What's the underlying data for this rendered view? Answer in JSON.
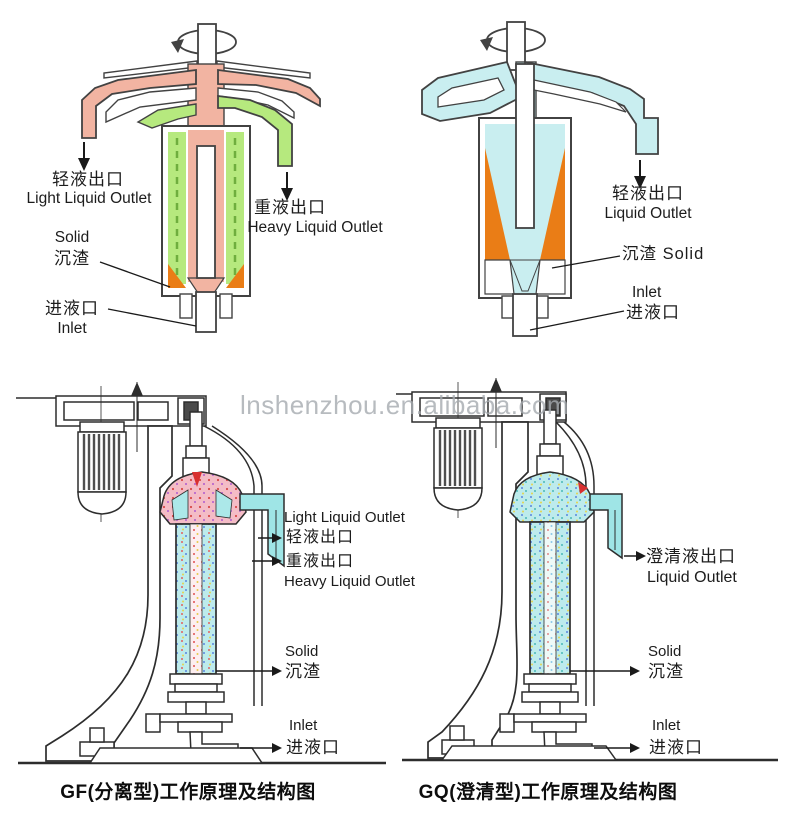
{
  "watermark": "lnshenzhou.en.alibaba.com",
  "colors": {
    "light_liquid_pink": "#f2b4a2",
    "heavy_liquid_green": "#b6e97e",
    "clear_liquid_cyan": "#c9eef0",
    "solid_orange": "#ea7d16",
    "outline": "#424242",
    "watermark_gray": "#a6abb0"
  },
  "schematic_gf": {
    "light_outlet_zh": "轻液出口",
    "light_outlet_en": "Light Liquid Outlet",
    "heavy_outlet_zh": "重液出口",
    "heavy_outlet_en": "Heavy Liquid Outlet",
    "solid_en": "Solid",
    "solid_zh": "沉渣",
    "inlet_zh": "进液口",
    "inlet_en": "Inlet"
  },
  "schematic_gq": {
    "outlet_zh": "轻液出口",
    "outlet_en": "Liquid Outlet",
    "solid_label": "沉渣 Solid",
    "inlet_en": "Inlet",
    "inlet_zh": "进液口"
  },
  "machine_gf": {
    "light_outlet_en": "Light Liquid Outlet",
    "light_outlet_zh": "轻液出口",
    "heavy_outlet_zh": "重液出口",
    "heavy_outlet_en": "Heavy Liquid Outlet",
    "solid_en": "Solid",
    "solid_zh": "沉渣",
    "inlet_en": "Inlet",
    "inlet_zh": "进液口",
    "caption": "GF(分离型)工作原理及结构图"
  },
  "machine_gq": {
    "outlet_zh": "澄清液出口",
    "outlet_en": "Liquid Outlet",
    "solid_en": "Solid",
    "solid_zh": "沉渣",
    "inlet_en": "Inlet",
    "inlet_zh": "进液口",
    "caption": "GQ(澄清型)工作原理及结构图"
  }
}
